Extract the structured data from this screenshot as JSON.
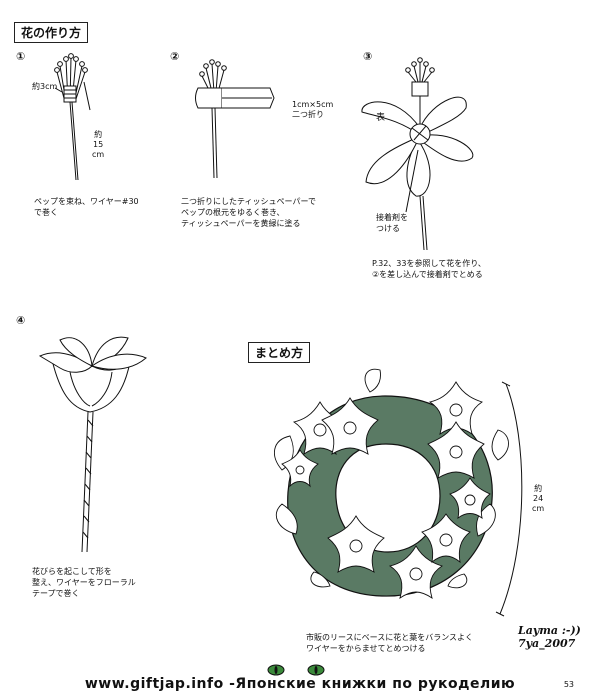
{
  "header": {
    "title": "花の作り方"
  },
  "steps": [
    {
      "num": "①",
      "caption": "ペップを束ね、ワイヤー#30\nで巻く",
      "dim_top": "約3cm",
      "dim_side": "約\n15\ncm"
    },
    {
      "num": "②",
      "caption": "二つ折りにしたティッシュペーパーで\nペップの根元をゆるく巻き、\nティッシュペーパーを黄緑に塗る",
      "dim": "1cm×5cm\n二つ折り"
    },
    {
      "num": "③",
      "label_omote": "表",
      "label_glue": "接着剤を\nつける",
      "caption": "P.32、33を参照して花を作り、\n②を差し込んで接着剤でとめる"
    },
    {
      "num": "④",
      "caption": "花びらを起こして形を\n整え、ワイヤーをフローラル\nテープで巻く"
    }
  ],
  "assembly": {
    "title": "まとめ方",
    "dim": "約\n24\ncm",
    "caption": "市販のリースにベースに花と葉をバランスよく\nワイヤーをからませてとめつける"
  },
  "signature": "Layma :-))\n7ya_2007",
  "page_number": "53",
  "footer": "www.giftjap.info -Японские книжки по рукоделию",
  "colors": {
    "wreath_base": "#5a7a64",
    "line": "#111111"
  }
}
